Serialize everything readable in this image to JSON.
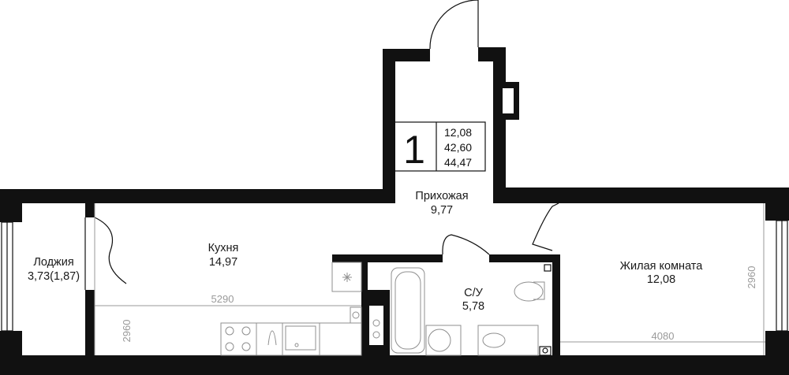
{
  "plan": {
    "rooms_count": "1",
    "areas": [
      "12,08",
      "42,60",
      "44,47"
    ],
    "rooms": {
      "hallway": {
        "name": "Прихожая",
        "area": "9,77"
      },
      "kitchen": {
        "name": "Кухня",
        "area": "14,97"
      },
      "loggia": {
        "name": "Лоджия",
        "area": "3,73(1,87)"
      },
      "bathroom": {
        "name": "С/У",
        "area": "5,78"
      },
      "living": {
        "name": "Жилая комната",
        "area": "12,08"
      }
    },
    "dimensions": {
      "kitchen_length": "5290",
      "kitchen_width": "2960",
      "living_length": "4080",
      "living_width": "2960"
    }
  },
  "colors": {
    "walls": "#111111",
    "dimensions": "#9a9a9a",
    "fixtures": "#8f8f8f"
  }
}
